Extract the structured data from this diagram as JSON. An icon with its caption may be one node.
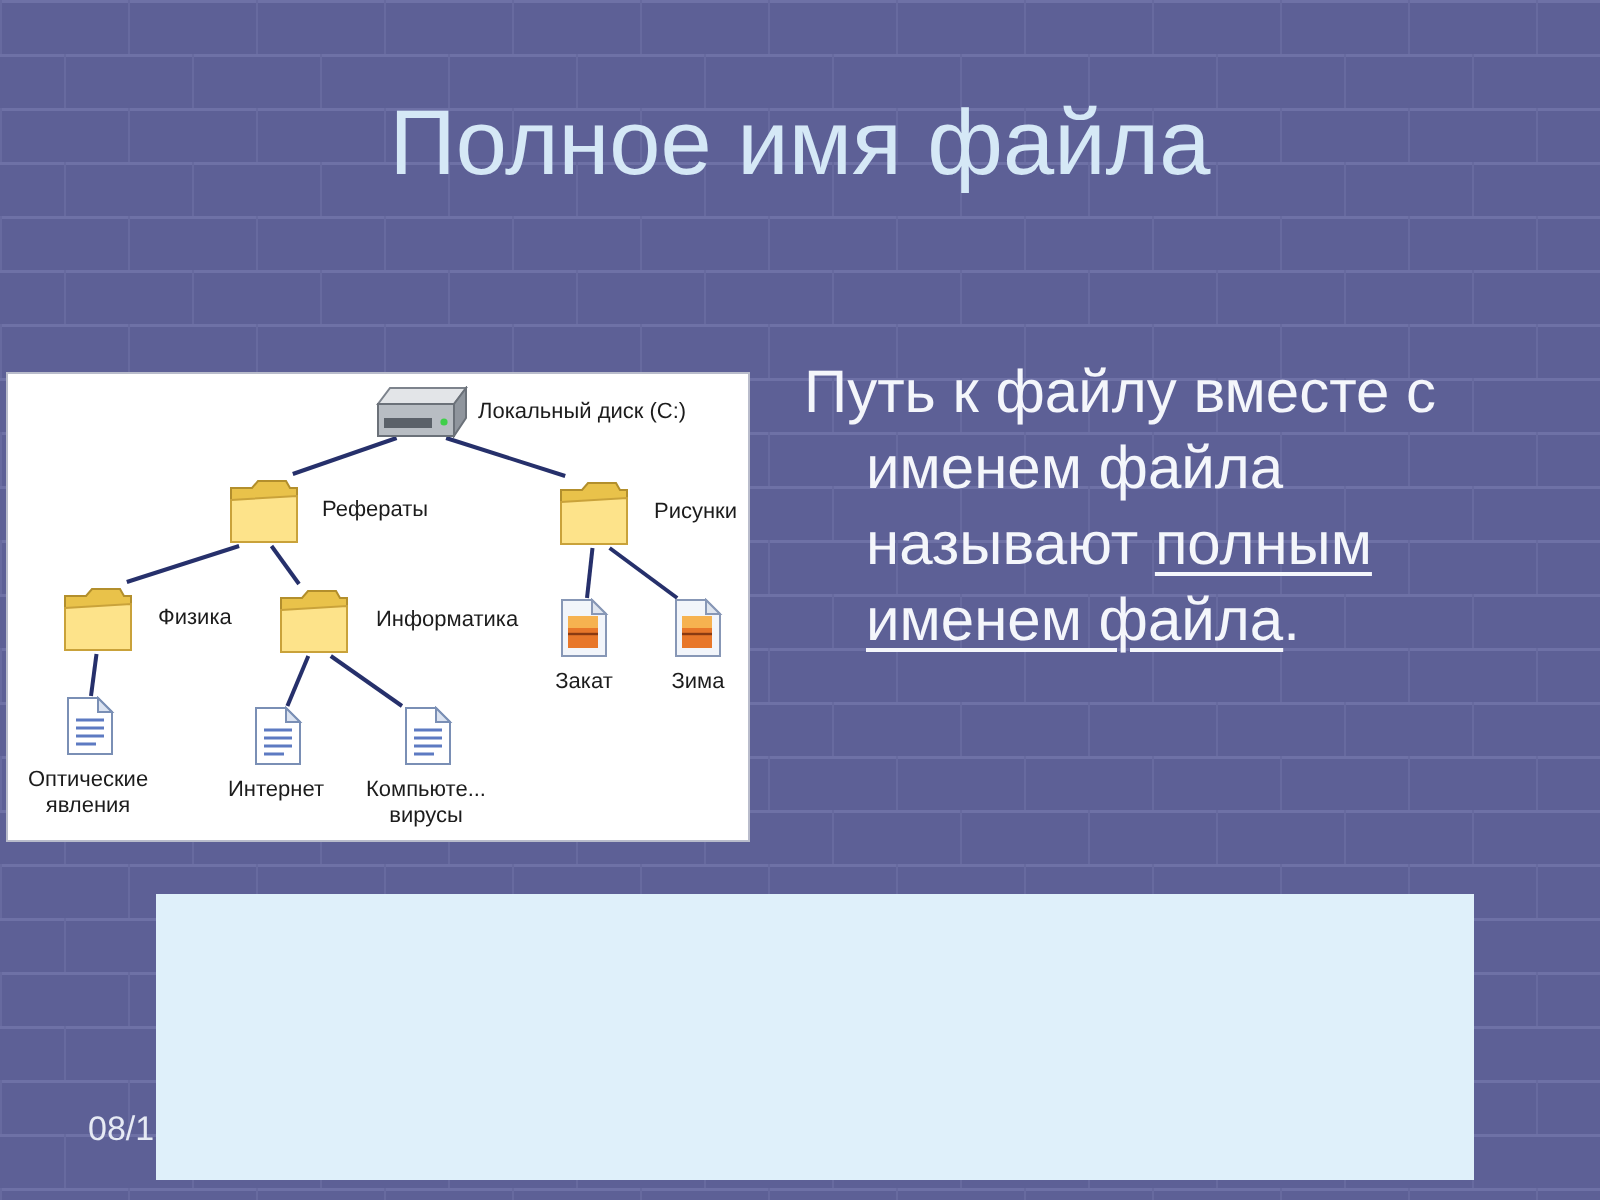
{
  "diagram": {
    "title": "Полное имя файла",
    "nodes": [
      {
        "text": [
          "Локальный диск (C:)"
        ]
      },
      {
        "text": [
          "Рефераты"
        ]
      },
      {
        "text": [
          "Рисунки"
        ]
      },
      {
        "text": [
          "Физика"
        ]
      },
      {
        "text": [
          "Информатика"
        ]
      },
      {
        "text": [
          "Закат"
        ]
      },
      {
        "text": [
          "Зима"
        ]
      },
      {
        "text": [
          "Оптические явления"
        ]
      },
      {
        "text": [
          "Интернет"
        ]
      },
      {
        "text": [
          "Компьюте... вирусы"
        ]
      }
    ],
    "edges": [
      {
        "from": 0,
        "to": 1,
        "arrow": "none"
      },
      {
        "from": 0,
        "to": 2,
        "arrow": "none"
      },
      {
        "from": 1,
        "to": 3,
        "arrow": "none"
      },
      {
        "from": 1,
        "to": 4,
        "arrow": "none"
      },
      {
        "from": 2,
        "to": 5,
        "arrow": "none"
      },
      {
        "from": 2,
        "to": 6,
        "arrow": "none"
      },
      {
        "from": 3,
        "to": 7,
        "arrow": "none"
      },
      {
        "from": 4,
        "to": 8,
        "arrow": "none"
      },
      {
        "from": 4,
        "to": 9,
        "arrow": "none"
      }
    ],
    "labels": [
      "Путь к файлу вместе с именем файла называют **полным именем файла**.",
      "08/1"
    ]
  }
}
